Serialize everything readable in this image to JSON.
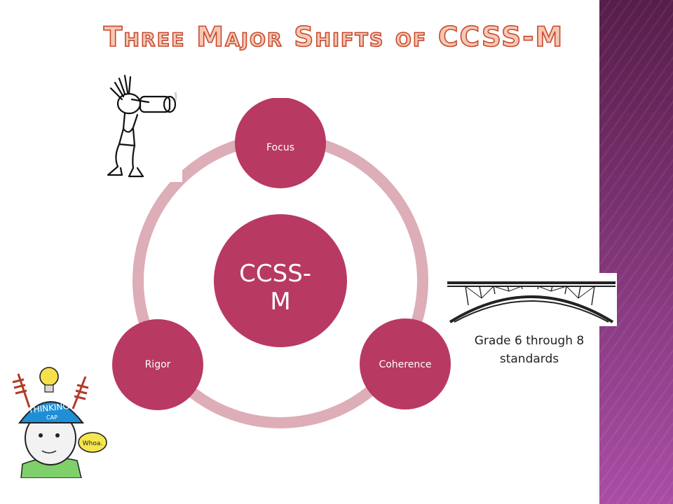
{
  "slide": {
    "title": "Three Major Shifts of CCSS-M"
  },
  "colors": {
    "title_fill": "#f5c8b4",
    "title_stroke": "#c84a2e",
    "node_fill": "#b83962",
    "ring": "#ddadb8",
    "band_top": "#571d49",
    "band_bottom": "#a94da5"
  },
  "cycle": {
    "center_label_line1": "CCSS-",
    "center_label_line2": "M",
    "nodes": [
      {
        "label": "Focus"
      },
      {
        "label": "Coherence"
      },
      {
        "label": "Rigor"
      }
    ]
  },
  "bridge_caption": {
    "line1": "Grade 6 through 8",
    "line2": "standards"
  },
  "images": [
    {
      "name": "binoculars-clipart"
    },
    {
      "name": "bridge-clipart"
    },
    {
      "name": "thinking-cap-clipart",
      "text_cap": "THINKING",
      "text_cap2": "CAP",
      "text_bubble": "Whoa."
    }
  ]
}
